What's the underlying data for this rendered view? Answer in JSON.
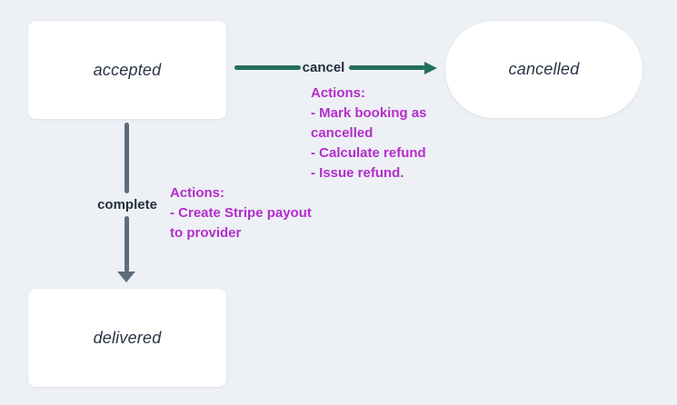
{
  "diagram": {
    "nodes": [
      {
        "id": "accepted",
        "shape": "rectangle",
        "label": "accepted"
      },
      {
        "id": "cancelled",
        "shape": "pill",
        "label": "cancelled"
      },
      {
        "id": "delivered",
        "shape": "rectangle",
        "label": "delivered"
      }
    ],
    "edges": [
      {
        "from": "accepted",
        "to": "cancelled",
        "label": "cancel",
        "actions": "Actions:\n- Mark booking as\ncancelled\n- Calculate refund\n- Issue refund."
      },
      {
        "from": "accepted",
        "to": "delivered",
        "label": "complete",
        "actions": "Actions:\n- Create Stripe payout\nto provider"
      }
    ]
  },
  "colors": {
    "background": "#edf0f5",
    "node-bg": "#ffffff",
    "node-text": "#2a3445",
    "edge-label-text": "#222f3e",
    "cancel-arrow": "#23705c",
    "complete-arrow": "#5e6d7d",
    "actions-text": "#b32dcb"
  }
}
